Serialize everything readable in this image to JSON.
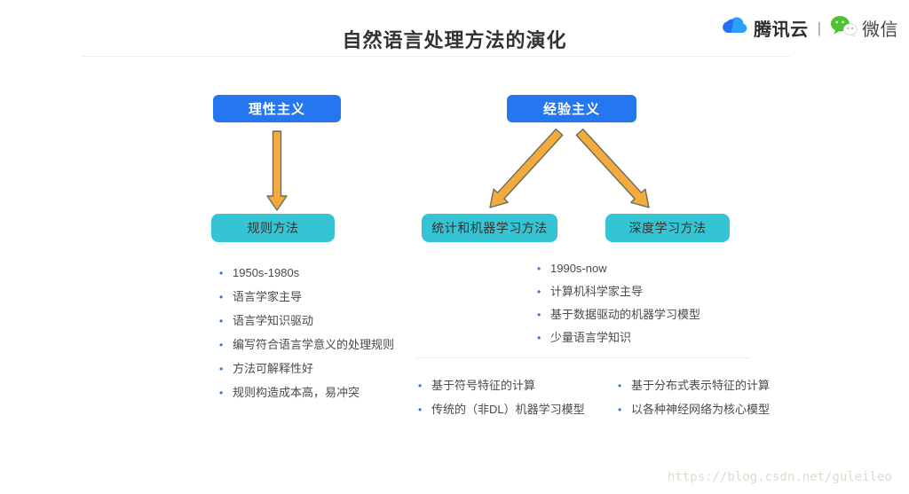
{
  "header": {
    "title": "自然语言处理方法的演化",
    "brand": {
      "tencent_label": "腾讯云",
      "separator": "|",
      "wechat_label": "微信"
    }
  },
  "diagram": {
    "rationalism_label": "理性主义",
    "empiricism_label": "经验主义",
    "rule_box_label": "规则方法",
    "statistical_box_label": "统计和机器学习方法",
    "deep_box_label": "深度学习方法",
    "rule_points": [
      "1950s-1980s",
      "语言学家主导",
      "语言学知识驱动",
      "编写符合语言学意义的处理规则",
      "方法可解释性好",
      "规则构造成本高，易冲突"
    ],
    "empirical_points": [
      "1990s-now",
      "计算机科学家主导",
      "基于数据驱动的机器学习模型",
      "少量语言学知识"
    ],
    "statistical_points": [
      "基于符号特征的计算",
      "传统的（非DL）机器学习模型"
    ],
    "deep_points": [
      "基于分布式表示特征的计算",
      "以各种神经网络为核心模型"
    ]
  },
  "watermark": "https://blog.csdn.net/guleileo",
  "colors": {
    "primary_blue": "#2577f0",
    "teal": "#35c4d3",
    "arrow_fill": "#f2ab3c",
    "arrow_stroke": "#6b6b5e",
    "bullet_blue": "#2e75d8",
    "tencent_cloud_blue": "#2ba0fb",
    "wechat_green": "#4ec32e"
  }
}
